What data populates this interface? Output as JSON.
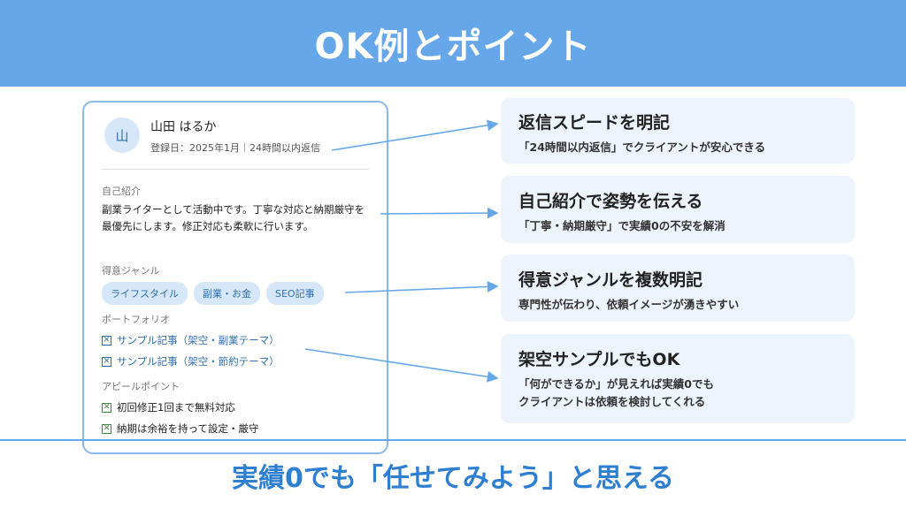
{
  "header": {
    "title": "OK例とポイント"
  },
  "profile": {
    "avatar_char": "山",
    "name": "山田 はるか",
    "meta": "登録日：2025年1月｜24時間以内返信",
    "intro_label": "自己紹介",
    "intro_text": "副業ライターとして活動中です。丁寧な対応と納期厳守を最優先にします。修正対応も柔軟に行います。",
    "genre_label": "得意ジャンル",
    "tags": [
      "ライフスタイル",
      "副業・お金",
      "SEO記事"
    ],
    "portfolio_label": "ポートフォリオ",
    "portfolio": [
      "サンプル記事（架空・副業テーマ）",
      "サンプル記事（架空・節約テーマ）"
    ],
    "appeal_label": "アピールポイント",
    "appeal": [
      "初回修正1回まで無料対応",
      "納期は余裕を持って設定・厳守"
    ]
  },
  "points": [
    {
      "title": "返信スピードを明記",
      "desc": [
        "「24時間以内返信」でクライアントが安心できる"
      ]
    },
    {
      "title": "自己紹介で姿勢を伝える",
      "desc": [
        "「丁寧・納期厳守」で実績0の不安を解消"
      ]
    },
    {
      "title": "得意ジャンルを複数明記",
      "desc": [
        "専門性が伝わり、依頼イメージが湧きやすい"
      ]
    },
    {
      "title": "架空サンプルでもOK",
      "desc": [
        "「何ができるか」が見えれば実績0でも",
        "クライアントは依頼を検討してくれる"
      ]
    }
  ],
  "footer": {
    "text": "実績0でも「任せてみよう」と思える"
  },
  "colors": {
    "accent": "#66a7ea",
    "accent_dark": "#2f7fd0",
    "tag_bg": "#d6e7fa",
    "box_bg": "#eef4fc"
  },
  "icons": {
    "portfolio": "image-placeholder-icon",
    "appeal": "checkbox-icon"
  }
}
